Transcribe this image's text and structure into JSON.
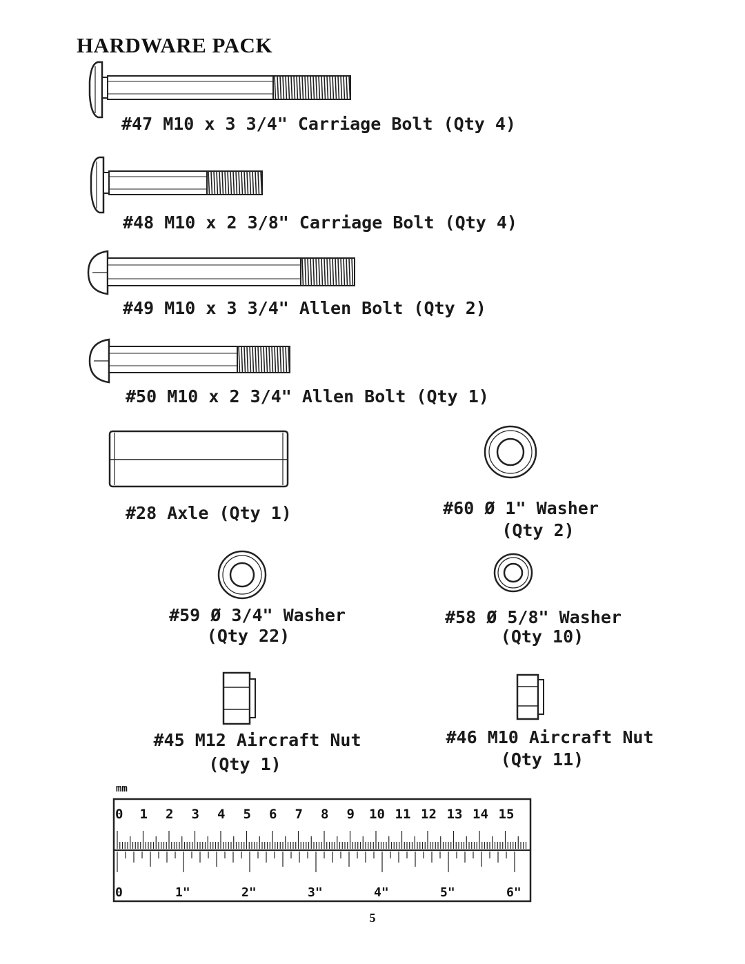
{
  "page": {
    "title": "HARDWARE PACK",
    "page_number": "5"
  },
  "parts": {
    "p47": {
      "label": "#47 M10 x 3 3/4\" Carriage Bolt (Qty 4)"
    },
    "p48": {
      "label": "#48 M10 x 2 3/8\" Carriage Bolt (Qty 4)"
    },
    "p49": {
      "label": "#49 M10 x 3 3/4\" Allen Bolt (Qty 2)"
    },
    "p50": {
      "label": "#50 M10 x 2 3/4\" Allen Bolt (Qty 1)"
    },
    "p28": {
      "label": "#28 Axle (Qty 1)"
    },
    "p60": {
      "line1": "#60 Ø 1\" Washer",
      "line2": "(Qty 2)"
    },
    "p59": {
      "line1": "#59 Ø 3/4\" Washer",
      "line2": "(Qty 22)"
    },
    "p58": {
      "line1": "#58 Ø 5/8\" Washer",
      "line2": "(Qty 10)"
    },
    "p45": {
      "line1": "#45 M12 Aircraft Nut",
      "line2": "(Qty 1)"
    },
    "p46": {
      "line1": "#46 M10 Aircraft Nut",
      "line2": "(Qty 11)"
    }
  },
  "ruler": {
    "unit_label": "mm",
    "metric_labels": [
      "0",
      "1",
      "2",
      "3",
      "4",
      "5",
      "6",
      "7",
      "8",
      "9",
      "10",
      "11",
      "12",
      "13",
      "14",
      "15"
    ],
    "inch_labels": [
      "0",
      "1\"",
      "2\"",
      "3\"",
      "4\"",
      "5\"",
      "6\""
    ]
  }
}
